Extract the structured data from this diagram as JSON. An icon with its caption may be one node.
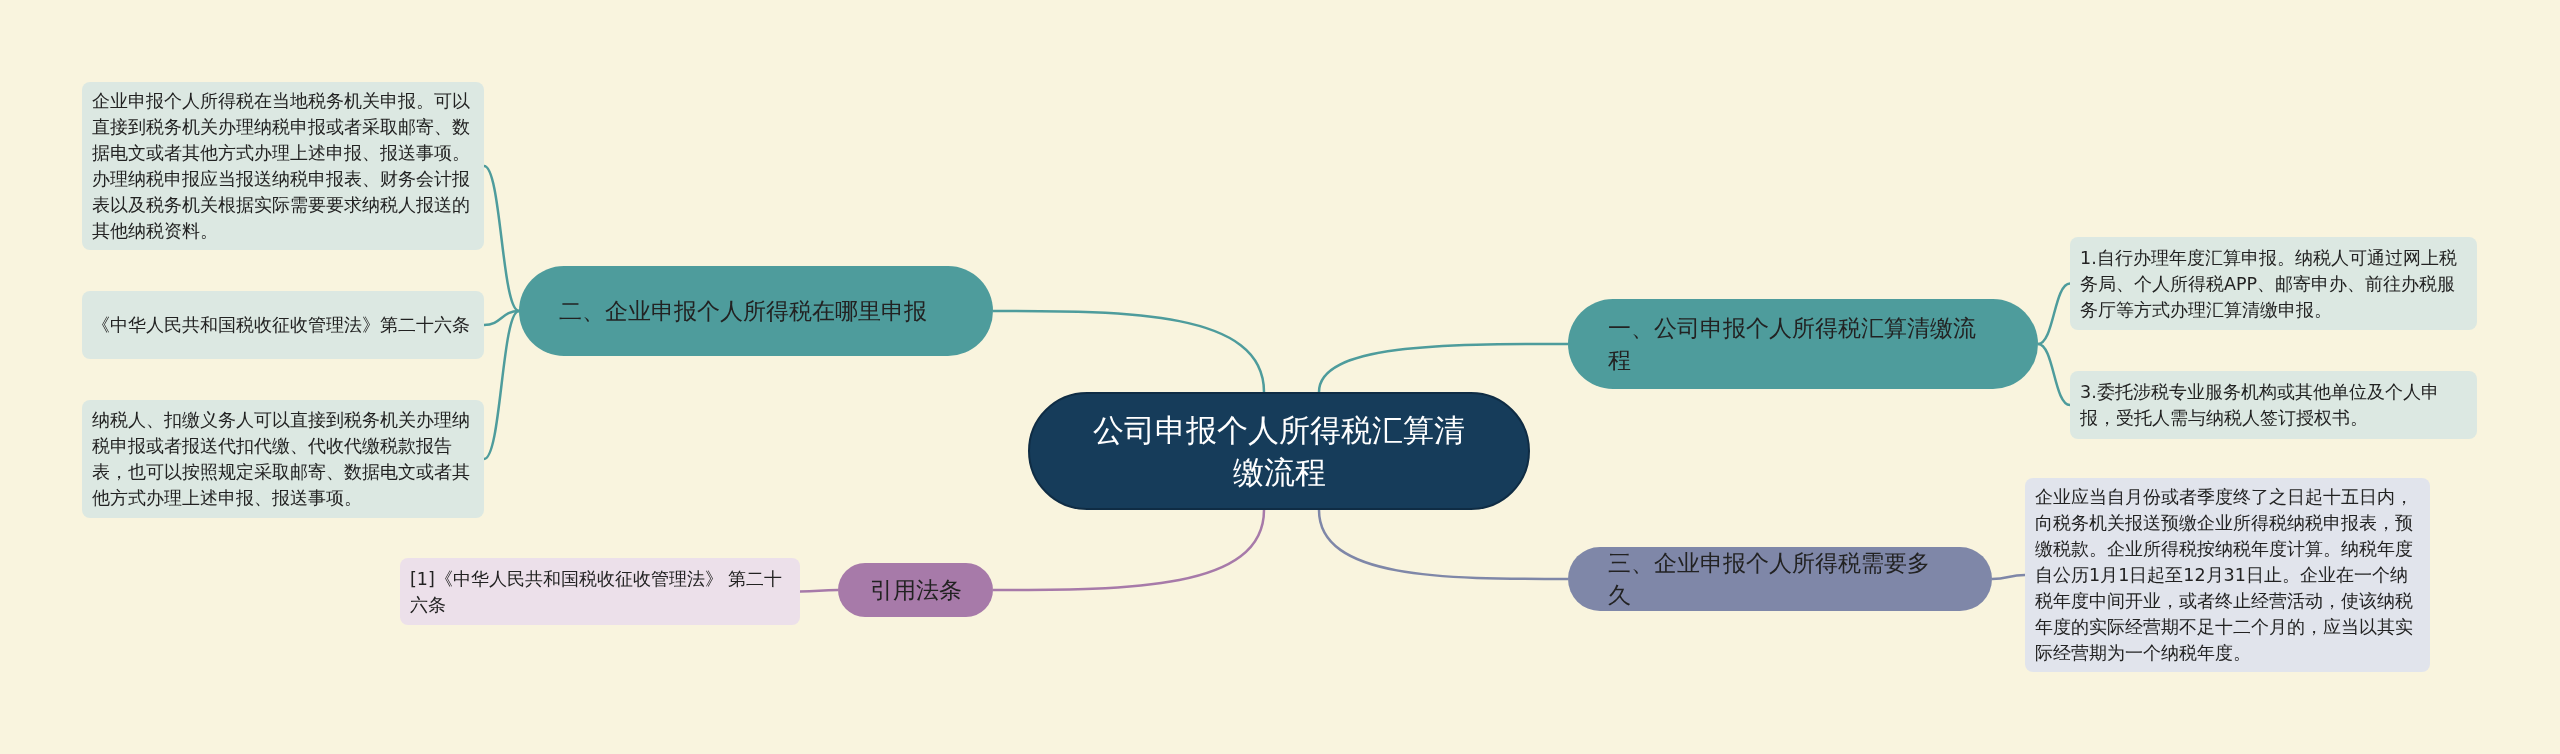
{
  "diagram": {
    "nodes": [
      {
        "text": [
          "公司申报个人所得税汇算清缴流程"
        ]
      },
      {
        "text": [
          "二、企业申报个人所得税在哪里申报"
        ]
      },
      {
        "text": [
          "企业申报个人所得税在当地税务机关申报。可以直接到税务机关办理纳税申报或者采取邮寄、数据电文或者其他方式办理上述申报、报送事项。办理纳税申报应当报送纳税申报表、财务会计报表以及税务机关根据实际需要要求纳税人报送的其他纳税资料。"
        ]
      },
      {
        "text": [
          "《中华人民共和国税收征收管理法》第二十六条"
        ]
      },
      {
        "text": [
          "纳税人、扣缴义务人可以直接到税务机关办理纳税申报或者报送代扣代缴、代收代缴税款报告表，也可以按照规定采取邮寄、数据电文或者其他方式办理上述申报、报送事项。"
        ]
      },
      {
        "text": [
          "一、公司申报个人所得税汇算清缴流程"
        ]
      },
      {
        "text": [
          "1.自行办理年度汇算申报。纳税人可通过网上税务局、个人所得税APP、邮寄申办、前往办税服务厅等方式办理汇算清缴申报。"
        ]
      },
      {
        "text": [
          "3.委托涉税专业服务机构或其他单位及个人申报，受托人需与纳税人签订授权书。"
        ]
      },
      {
        "text": [
          "引用法条"
        ]
      },
      {
        "text": [
          "[1]《中华人民共和国税收征收管理法》 第二十六条"
        ]
      },
      {
        "text": [
          "三、企业申报个人所得税需要多久"
        ]
      },
      {
        "text": [
          "企业应当自月份或者季度终了之日起十五日内，向税务机关报送预缴企业所得税纳税申报表，预缴税款。企业所得税按纳税年度计算。纳税年度自公历1月1日起至12月31日止。企业在一个纳税年度中间开业，或者终止经营活动，使该纳税年度的实际经营期不足十二个月的，应当以其实际经营期为一个纳税年度。"
        ]
      }
    ],
    "edges": [
      {
        "from": 0,
        "to": 1,
        "arrow": "none"
      },
      {
        "from": 1,
        "to": 2,
        "arrow": "none"
      },
      {
        "from": 1,
        "to": 3,
        "arrow": "none"
      },
      {
        "from": 1,
        "to": 4,
        "arrow": "none"
      },
      {
        "from": 0,
        "to": 5,
        "arrow": "none"
      },
      {
        "from": 5,
        "to": 6,
        "arrow": "none"
      },
      {
        "from": 5,
        "to": 7,
        "arrow": "none"
      },
      {
        "from": 0,
        "to": 8,
        "arrow": "none",
        "color": "#a77aa9"
      },
      {
        "from": 8,
        "to": 9,
        "arrow": "none",
        "color": "#a77aa9"
      },
      {
        "from": 0,
        "to": 10,
        "arrow": "none",
        "color": "#7f87a8"
      },
      {
        "from": 10,
        "to": 11,
        "arrow": "none",
        "color": "#7f87a8"
      }
    ]
  }
}
